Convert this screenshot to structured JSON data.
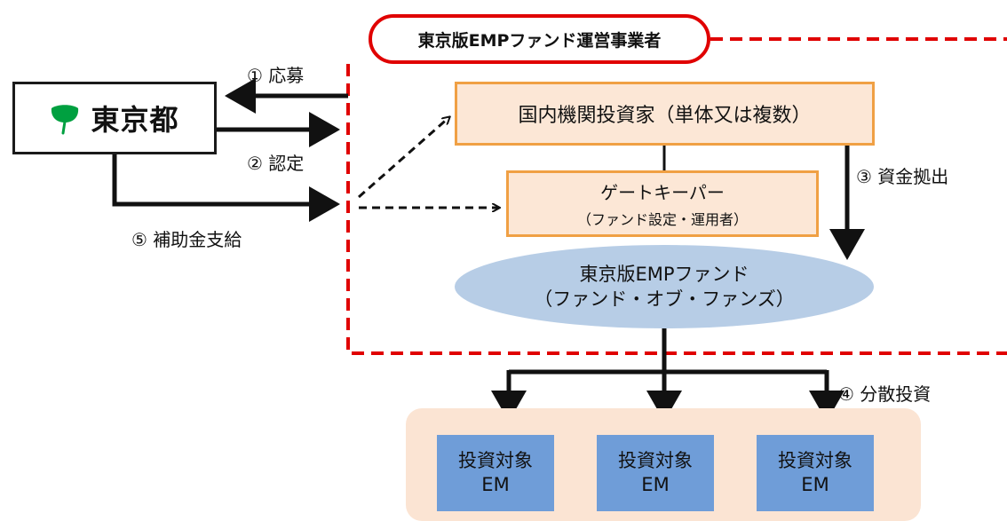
{
  "tokyo": {
    "label": "東京都"
  },
  "operator": {
    "label": "東京版EMPファンド運営事業者"
  },
  "investor": {
    "label": "国内機関投資家（単体又は複数）"
  },
  "gatekeeper": {
    "title": "ゲートキーパー",
    "subtitle": "（ファンド設定・運用者）"
  },
  "fund": {
    "line1": "東京版EMPファンド",
    "line2": "（ファンド・オブ・ファンズ）"
  },
  "steps": {
    "apply": "① 応募",
    "certify": "② 認定",
    "capital": "③ 資金拠出",
    "invest": "④ 分散投資",
    "subsidy": "⑤ 補助金支給"
  },
  "targets": [
    {
      "line1": "投資対象",
      "line2": "EM"
    },
    {
      "line1": "投資対象",
      "line2": "EM"
    },
    {
      "line1": "投資対象",
      "line2": "EM"
    }
  ],
  "colors": {
    "operator_border": "#e00000",
    "box_border": "#f0a044",
    "box_fill": "#fce7d6",
    "fund_fill": "#b7cde6",
    "target_fill": "#6f9dd8",
    "target_area": "#fbe4d3",
    "ginkgo": "#00a040"
  }
}
